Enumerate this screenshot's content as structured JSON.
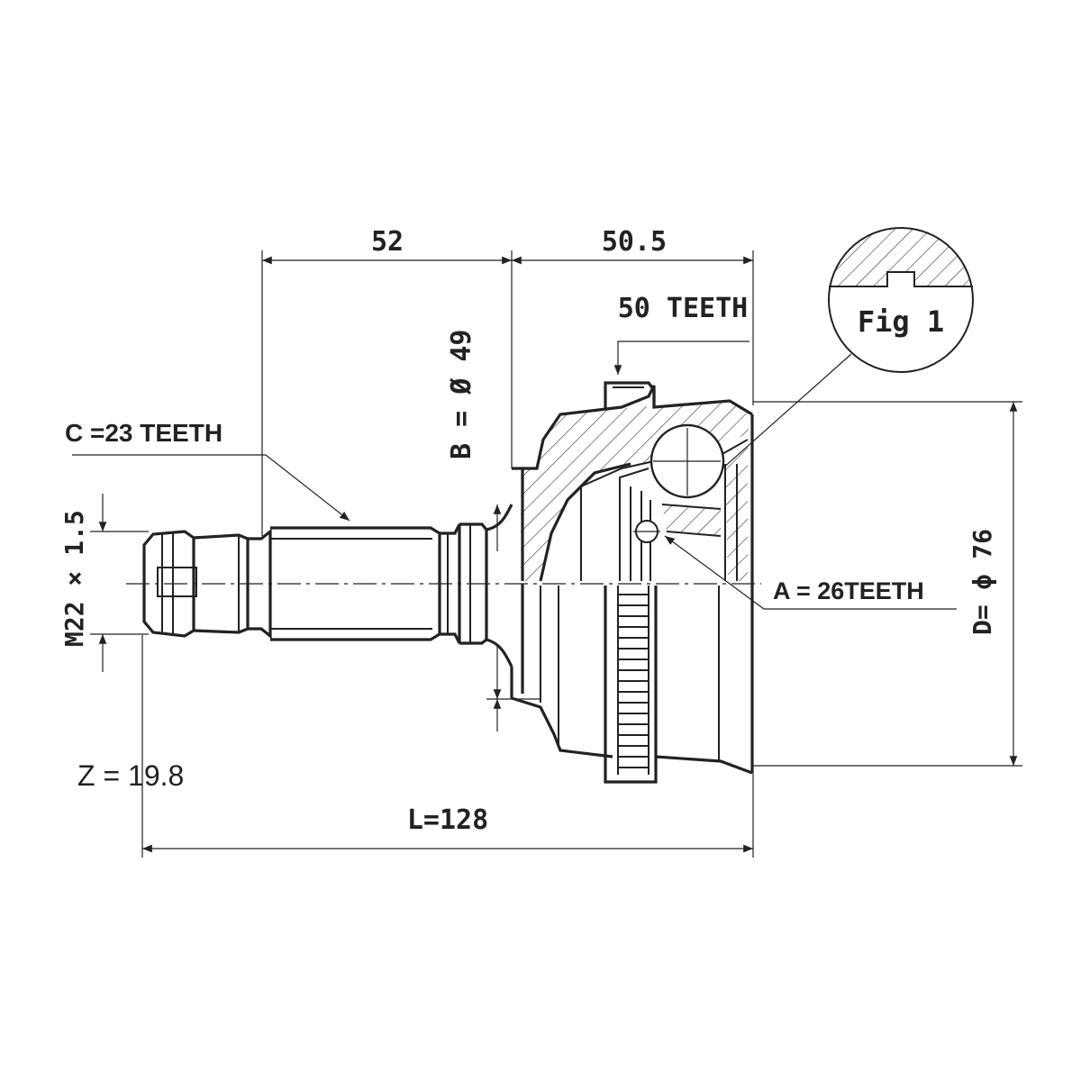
{
  "dimensions": {
    "top_left": "52",
    "top_right": "50.5",
    "teeth_top": "50 TEETH",
    "spline_shaft": "C =23 TEETH",
    "thread": "M22 × 1.5",
    "bore_dia": "B = Ø 49",
    "outer_dia": "D= ϕ 76",
    "inner_spline": "A = 26TEETH",
    "z_value": "Z = 19.8",
    "total_length": "L=128"
  },
  "figure": {
    "label": "Fig 1"
  },
  "colors": {
    "line": "#222222",
    "background": "#ffffff"
  }
}
